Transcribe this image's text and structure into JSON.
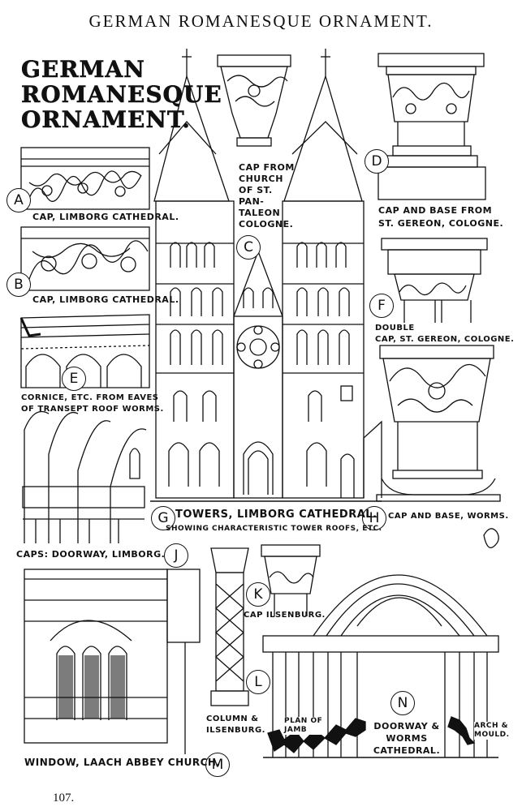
{
  "page": {
    "header": "GERMAN ROMANESQUE ORNAMENT.",
    "title_lines": [
      "GERMAN",
      "ROMANESQUE",
      "ORNAMENT."
    ],
    "page_number": "107."
  },
  "plates": [
    {
      "letter": "A",
      "caption": "CAP, LIMBORG CATHEDRAL."
    },
    {
      "letter": "B",
      "caption": "CAP, LIMBORG CATHEDRAL."
    },
    {
      "letter": "C",
      "caption_lines": [
        "CAP FROM",
        "CHURCH",
        "OF ST. PAN-",
        "TALEON",
        "COLOGNE."
      ]
    },
    {
      "letter": "D",
      "caption_lines": [
        "CAP AND BASE FROM",
        "ST. GEREON, COLOGNE."
      ]
    },
    {
      "letter": "E",
      "caption_lines": [
        "CORNICE, ETC. FROM EAVES",
        "OF TRANSEPT ROOF WORMS."
      ]
    },
    {
      "letter": "F",
      "caption_lines": [
        "DOUBLE",
        "CAP, ST. GEREON, COLOGNE."
      ]
    },
    {
      "letter": "G",
      "caption_lines": [
        "TOWERS, LIMBORG CATHEDRAL.",
        "SHOWING CHARACTERISTIC TOWER ROOFS, ETC."
      ]
    },
    {
      "letter": "H",
      "caption": "CAP AND BASE, WORMS."
    },
    {
      "letter": "J",
      "caption": "CAPS: DOORWAY, LIMBORG."
    },
    {
      "letter": "K",
      "caption": "CAP ILSENBURG."
    },
    {
      "letter": "L",
      "caption_lines": [
        "COLUMN &",
        "ILSENBURG."
      ]
    },
    {
      "letter": "M",
      "caption": "WINDOW, LAACH ABBEY CHURCH."
    },
    {
      "letter": "N",
      "caption_lines": [
        "DOORWAY &",
        "WORMS",
        "CATHEDRAL."
      ]
    }
  ],
  "labels": {
    "plan_of_jamb": [
      "PLAN OF",
      "JAMB"
    ],
    "arch_mould": [
      "ARCH &",
      "MOULD."
    ]
  },
  "colors": {
    "ink": "#111111",
    "paper": "#ffffff"
  }
}
